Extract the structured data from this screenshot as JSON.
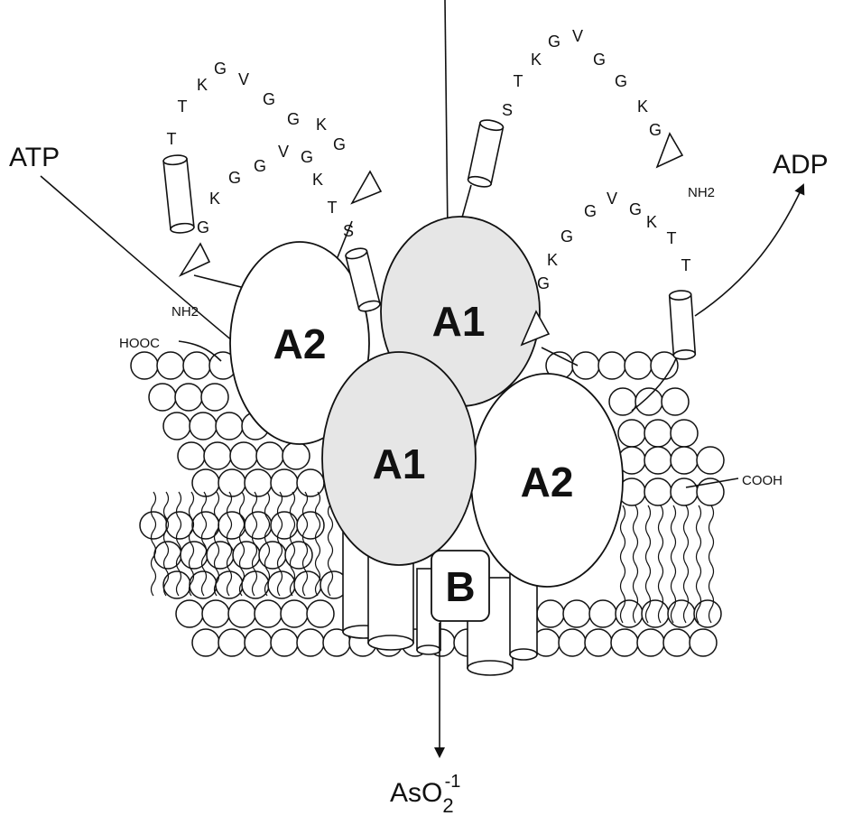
{
  "labels": {
    "atp": "ATP",
    "adp": "ADP",
    "a1_back": "A1",
    "a1_front": "A1",
    "a2_left": "A2",
    "a2_right": "A2",
    "b": "B",
    "hooc": "HOOC",
    "cooh": "COOH",
    "nh2_left": "NH2",
    "nh2_right": "NH2",
    "aso2_base": "AsO",
    "aso2_sub": "2",
    "aso2_sup": "-1"
  },
  "sequences": {
    "left_upper": [
      "T",
      "T",
      "K",
      "G",
      "V",
      "G",
      "G",
      "K",
      "G"
    ],
    "left_lower": [
      "G",
      "K",
      "G",
      "G",
      "V",
      "G",
      "K",
      "T",
      "S"
    ],
    "right_upper": [
      "S",
      "T",
      "K",
      "G",
      "V",
      "G",
      "G",
      "K",
      "G"
    ],
    "right_lower": [
      "G",
      "K",
      "G",
      "G",
      "V",
      "G",
      "K",
      "T",
      "T"
    ]
  },
  "colors": {
    "stroke": "#111111",
    "shaded": "#e6e6e6",
    "white": "#ffffff"
  }
}
